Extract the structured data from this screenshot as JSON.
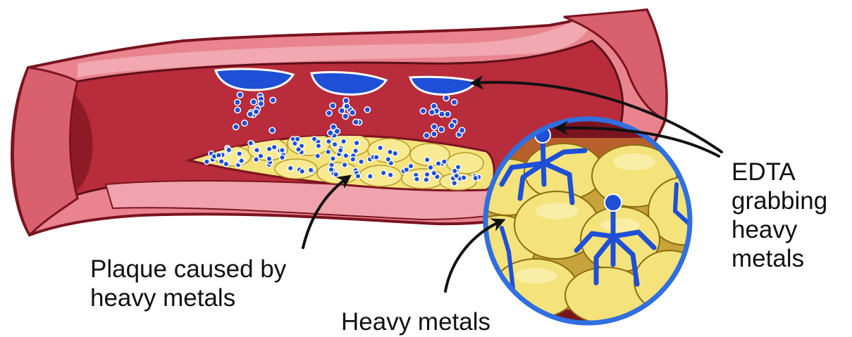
{
  "labels": {
    "plaque": {
      "line1": "Plaque caused by",
      "line2": "heavy metals"
    },
    "heavy_metals": "Heavy metals",
    "edta": {
      "line1": "EDTA",
      "line2": "grabbing",
      "line3": "heavy",
      "line4": "metals"
    }
  },
  "colors": {
    "vessel_outer": "#e9848f",
    "vessel_light": "#f2b1b8",
    "vessel_lumen": "#b82c3c",
    "vessel_lumen_dark": "#8e1a28",
    "plaque_fill": "#f4e27a",
    "plaque_dark": "#d9be45",
    "edta_blue": "#1e4fd6",
    "edta_light": "#4a78ea",
    "lens_border": "#2f6fe0",
    "arrow": "#111111"
  },
  "icons": [
    "edta-molecule-icon",
    "heavy-metal-particle-icon",
    "plaque-cell-icon",
    "arrow-icon"
  ]
}
